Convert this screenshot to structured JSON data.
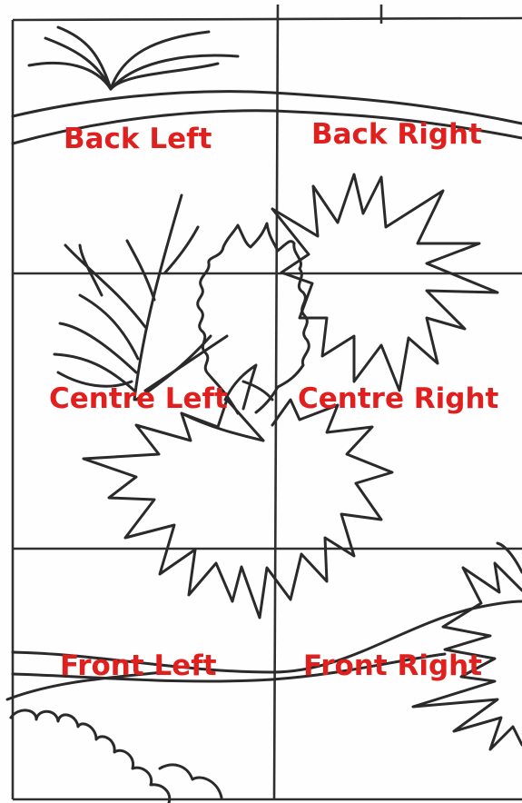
{
  "zones": {
    "back_left": "Back Left",
    "back_right": "Back Right",
    "centre_left": "Centre Left",
    "centre_right": "Centre Right",
    "front_left": "Front Left",
    "front_right": "Front Right"
  },
  "colors": {
    "label": "#e0201e",
    "ink": "#2a2a2a",
    "paper": "#fefefe"
  }
}
